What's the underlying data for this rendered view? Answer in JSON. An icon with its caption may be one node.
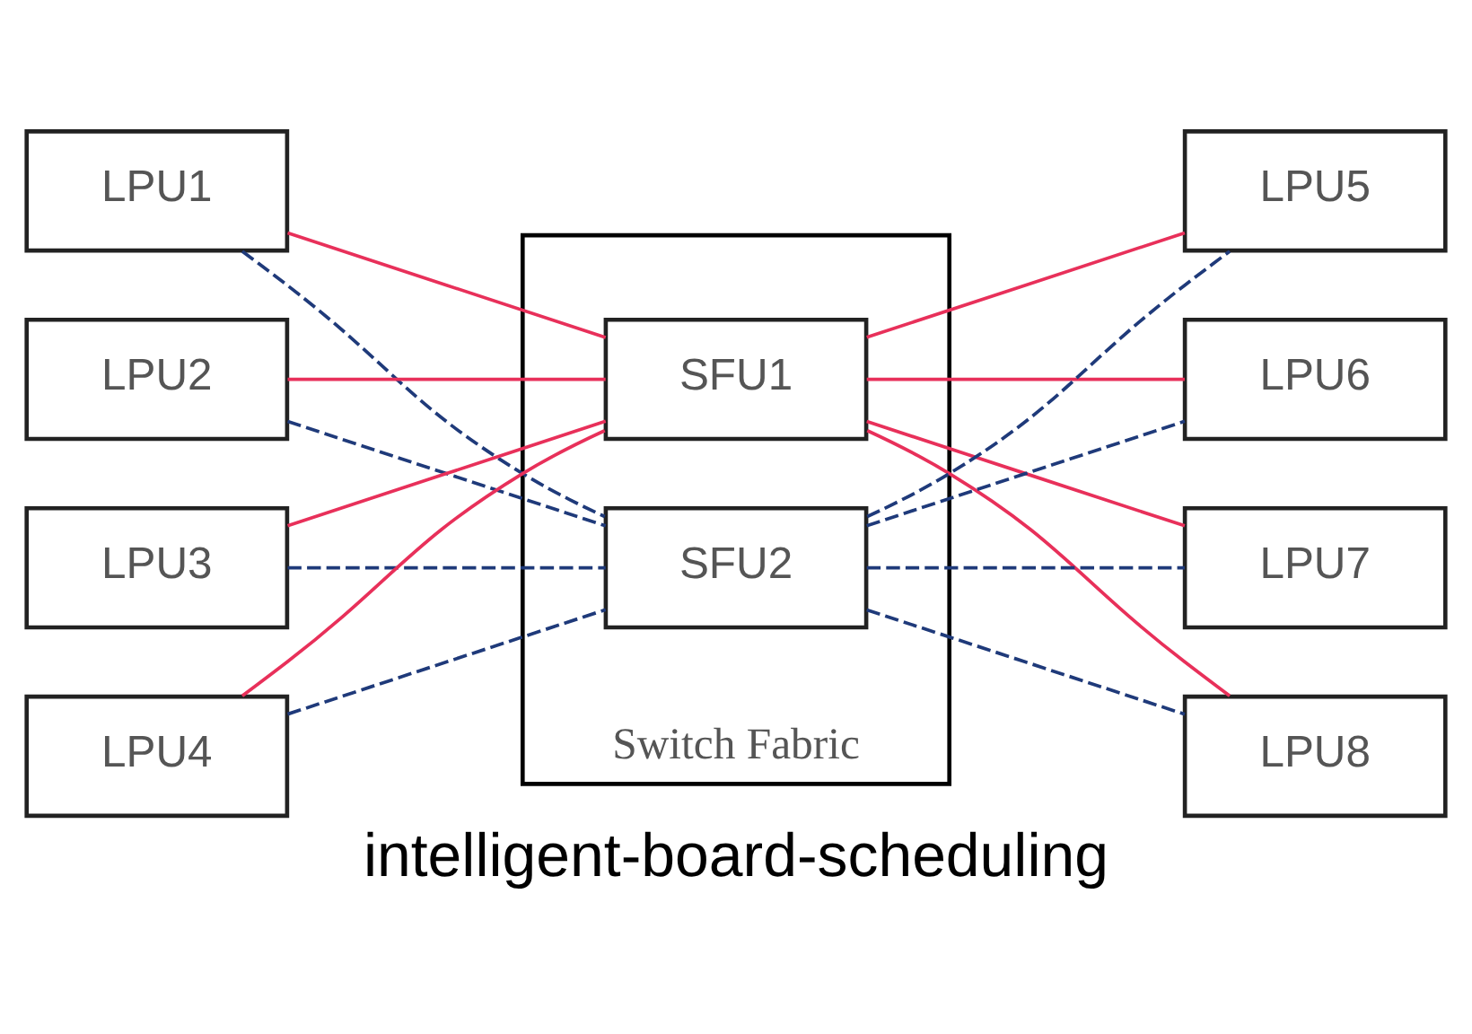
{
  "diagram": {
    "caption": "intelligent-board-scheduling",
    "nodes": [
      {
        "text": [
          "LPU1"
        ]
      },
      {
        "text": [
          "LPU2"
        ]
      },
      {
        "text": [
          "LPU3"
        ]
      },
      {
        "text": [
          "LPU4"
        ]
      },
      {
        "text": [
          "Switch Fabric"
        ]
      },
      {
        "text": [
          "SFU1"
        ],
        "in": 4
      },
      {
        "text": [
          "SFU2"
        ],
        "in": 4
      },
      {
        "text": [
          "LPU5"
        ]
      },
      {
        "text": [
          "LPU6"
        ]
      },
      {
        "text": [
          "LPU7"
        ]
      },
      {
        "text": [
          "LPU8"
        ]
      }
    ],
    "edges": [
      {
        "from": 0,
        "to": 5,
        "arrow": "none",
        "color": "#e8305a"
      },
      {
        "from": 0,
        "to": 6,
        "arrow": "none",
        "style": "dashed",
        "color": "#1f3a7a"
      },
      {
        "from": 1,
        "to": 5,
        "arrow": "none",
        "color": "#e8305a"
      },
      {
        "from": 1,
        "to": 6,
        "arrow": "none",
        "style": "dashed",
        "color": "#1f3a7a"
      },
      {
        "from": 2,
        "to": 5,
        "arrow": "none",
        "color": "#e8305a"
      },
      {
        "from": 2,
        "to": 6,
        "arrow": "none",
        "style": "dashed",
        "color": "#1f3a7a"
      },
      {
        "from": 3,
        "to": 5,
        "arrow": "none",
        "color": "#e8305a"
      },
      {
        "from": 3,
        "to": 6,
        "arrow": "none",
        "style": "dashed",
        "color": "#1f3a7a"
      },
      {
        "from": 5,
        "to": 7,
        "arrow": "none",
        "color": "#e8305a"
      },
      {
        "from": 6,
        "to": 7,
        "arrow": "none",
        "style": "dashed",
        "color": "#1f3a7a"
      },
      {
        "from": 5,
        "to": 8,
        "arrow": "none",
        "color": "#e8305a"
      },
      {
        "from": 6,
        "to": 8,
        "arrow": "none",
        "style": "dashed",
        "color": "#1f3a7a"
      },
      {
        "from": 5,
        "to": 9,
        "arrow": "none",
        "color": "#e8305a"
      },
      {
        "from": 6,
        "to": 9,
        "arrow": "none",
        "style": "dashed",
        "color": "#1f3a7a"
      },
      {
        "from": 5,
        "to": 10,
        "arrow": "none",
        "color": "#e8305a"
      },
      {
        "from": 6,
        "to": 10,
        "arrow": "none",
        "style": "dashed",
        "color": "#1f3a7a"
      }
    ]
  }
}
